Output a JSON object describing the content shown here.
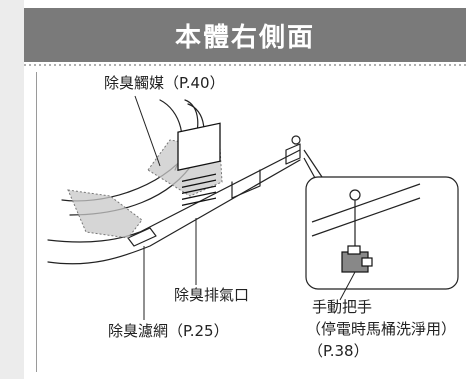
{
  "header": {
    "title": "本體右側面"
  },
  "labels": {
    "catalyst": "除臭觸媒（P.40）",
    "exhaust": "除臭排氣口",
    "filter": "除臭濾網（P.25）",
    "handle_line1": "手動把手",
    "handle_line2": "（停電時馬桶洗淨用）",
    "handle_line3": "（P.38）"
  },
  "colors": {
    "header_bg": "#7a7a7a",
    "header_text": "#ffffff",
    "shade": "#c8c8c8"
  }
}
